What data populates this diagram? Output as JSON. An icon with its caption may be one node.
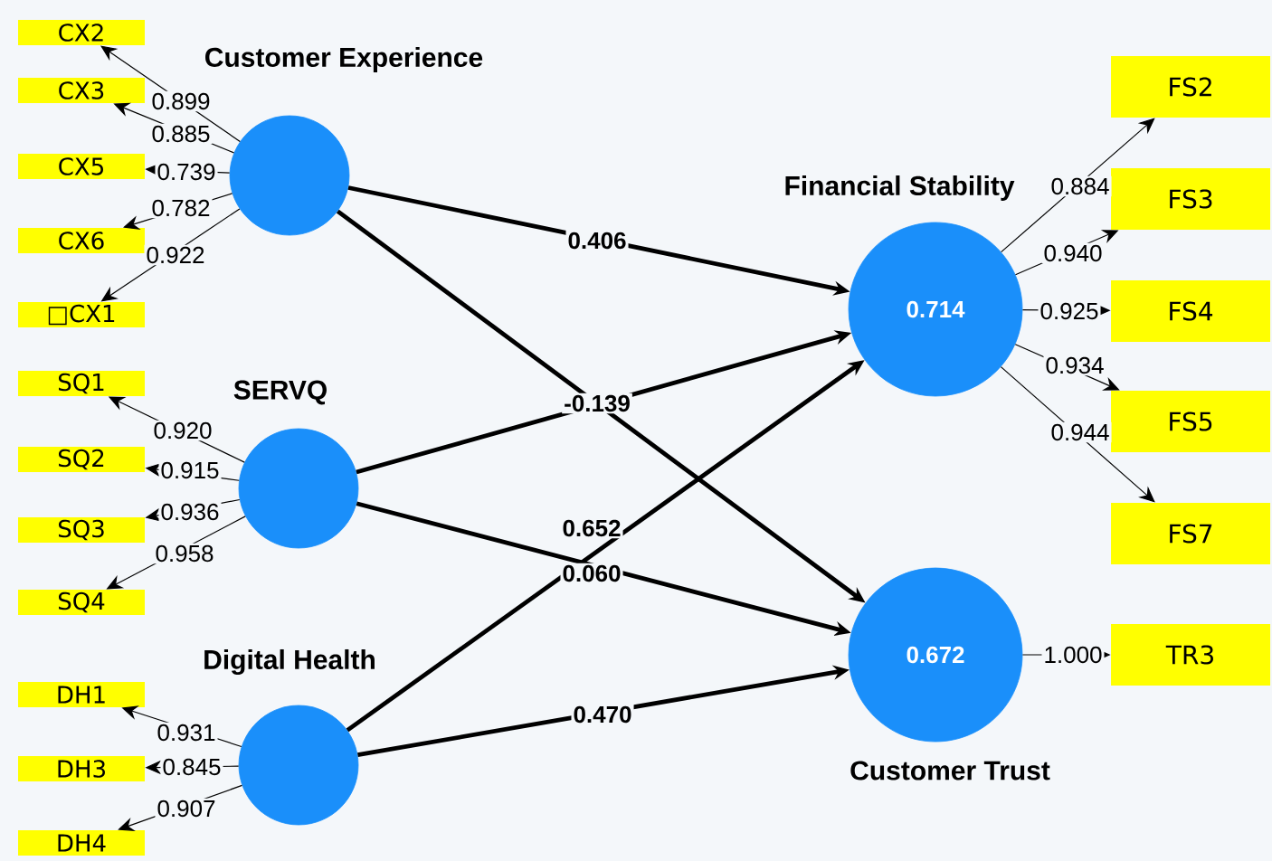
{
  "diagram": {
    "nodes": [
      {
        "text": [
          "Customer Experience"
        ]
      },
      {
        "text": [
          "CX2"
        ]
      },
      {
        "text": [
          "CX3"
        ]
      },
      {
        "text": [
          "CX5"
        ]
      },
      {
        "text": [
          "CX6"
        ]
      },
      {
        "text": [
          "□CX1"
        ]
      },
      {
        "text": [
          "SERVQ"
        ]
      },
      {
        "text": [
          "SQ1"
        ]
      },
      {
        "text": [
          "SQ2"
        ]
      },
      {
        "text": [
          "SQ3"
        ]
      },
      {
        "text": [
          "SQ4"
        ]
      },
      {
        "text": [
          "Digital Health"
        ]
      },
      {
        "text": [
          "DH1"
        ]
      },
      {
        "text": [
          "DH3"
        ]
      },
      {
        "text": [
          "DH4"
        ]
      },
      {
        "text": [
          "Financial Stability",
          "0.714"
        ]
      },
      {
        "text": [
          "FS2"
        ]
      },
      {
        "text": [
          "FS3"
        ]
      },
      {
        "text": [
          "FS4"
        ]
      },
      {
        "text": [
          "FS5"
        ]
      },
      {
        "text": [
          "FS7"
        ]
      },
      {
        "text": [
          "0.672",
          "Customer Trust"
        ]
      },
      {
        "text": [
          "TR3"
        ]
      }
    ],
    "edges": [
      {
        "from": 0,
        "to": 1,
        "arrow": "to",
        "label": "0.899"
      },
      {
        "from": 0,
        "to": 2,
        "arrow": "to",
        "label": "0.885"
      },
      {
        "from": 0,
        "to": 3,
        "arrow": "to",
        "label": "0.739"
      },
      {
        "from": 0,
        "to": 4,
        "arrow": "to",
        "label": "0.782"
      },
      {
        "from": 0,
        "to": 5,
        "arrow": "to",
        "label": "0.922"
      },
      {
        "from": 6,
        "to": 7,
        "arrow": "to",
        "label": "0.920"
      },
      {
        "from": 6,
        "to": 8,
        "arrow": "to",
        "label": "0.915"
      },
      {
        "from": 6,
        "to": 9,
        "arrow": "to",
        "label": "0.936"
      },
      {
        "from": 6,
        "to": 10,
        "arrow": "to",
        "label": "0.958"
      },
      {
        "from": 11,
        "to": 12,
        "arrow": "to",
        "label": "0.931"
      },
      {
        "from": 11,
        "to": 13,
        "arrow": "to",
        "label": "0.845"
      },
      {
        "from": 11,
        "to": 14,
        "arrow": "to",
        "label": "0.907"
      },
      {
        "from": 0,
        "to": 15,
        "arrow": "to",
        "label": "0.406",
        "style": "thick"
      },
      {
        "from": 0,
        "to": 21,
        "arrow": "to",
        "label": "-0.139",
        "style": "thick"
      },
      {
        "from": 6,
        "to": 15,
        "arrow": "to",
        "style": "thick"
      },
      {
        "from": 6,
        "to": 21,
        "arrow": "to",
        "label": "0.060",
        "style": "thick"
      },
      {
        "from": 11,
        "to": 15,
        "arrow": "to",
        "label": "0.652",
        "style": "thick"
      },
      {
        "from": 11,
        "to": 21,
        "arrow": "to",
        "label": "0.470",
        "style": "thick"
      },
      {
        "from": 15,
        "to": 16,
        "arrow": "to",
        "label": "0.884"
      },
      {
        "from": 15,
        "to": 17,
        "arrow": "to",
        "label": "0.940"
      },
      {
        "from": 15,
        "to": 18,
        "arrow": "to",
        "label": "0.925"
      },
      {
        "from": 15,
        "to": 19,
        "arrow": "to",
        "label": "0.934"
      },
      {
        "from": 15,
        "to": 20,
        "arrow": "to",
        "label": "0.944"
      },
      {
        "from": 21,
        "to": 22,
        "arrow": "to",
        "label": "1.000"
      }
    ]
  }
}
